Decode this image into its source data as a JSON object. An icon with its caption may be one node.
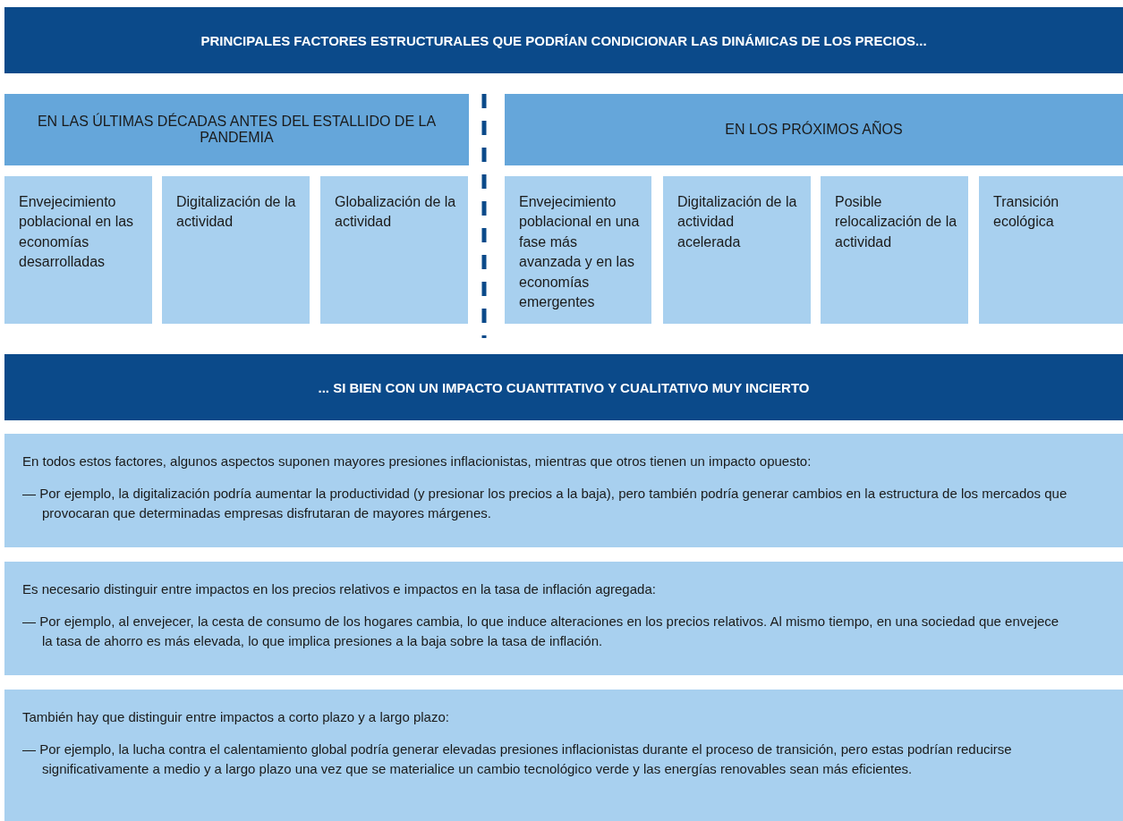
{
  "diagram": {
    "nodes": [
      {
        "text": [
          "PRINCIPALES FACTORES ESTRUCTURALES QUE PODRÍAN CONDICIONAR LAS DINÁMICAS DE LOS PRECIOS..."
        ]
      },
      {
        "text": [
          "EN LAS ÚLTIMAS DÉCADAS ANTES DEL ESTALLIDO DE LA PANDEMIA"
        ]
      },
      {
        "text": [
          "Envejecimiento poblacional en las economías desarrolladas"
        ]
      },
      {
        "text": [
          "Digitalización de la actividad"
        ]
      },
      {
        "text": [
          "Globalización de la actividad"
        ]
      },
      {
        "text": [
          "EN LOS PRÓXIMOS AÑOS"
        ]
      },
      {
        "text": [
          "Envejecimiento poblacional en una fase más avanzada y en las economías emergentes"
        ]
      },
      {
        "text": [
          "Digitalización de la actividad acelerada"
        ]
      },
      {
        "text": [
          "Posible relocalización de la actividad"
        ]
      },
      {
        "text": [
          "Transición ecológica"
        ]
      },
      {
        "text": [
          "... SI BIEN CON UN IMPACTO CUANTITATIVO Y CUALITATIVO MUY INCIERTO"
        ]
      },
      {
        "text": [
          "En todos estos factores, algunos aspectos suponen mayores presiones inflacionistas, mientras que otros tienen un impacto opuesto:",
          "— Por ejemplo, la digitalización podría aumentar la productividad (y presionar los precios a la baja), pero también podría generar cambios en la estructura de los mercados que provocaran que determinadas empresas disfrutaran de mayores márgenes."
        ]
      },
      {
        "text": [
          "Es necesario distinguir entre impactos en los precios relativos e impactos en la tasa de inflación agregada:",
          "— Por ejemplo, al envejecer, la cesta de consumo de los hogares cambia, lo que induce alteraciones en los precios relativos. Al mismo tiempo, en una sociedad que envejece la tasa de ahorro es más elevada, lo que implica presiones a la baja sobre la tasa de inflación."
        ]
      },
      {
        "text": [
          "También hay que distinguir entre impactos a corto plazo y a largo plazo:",
          "— Por ejemplo, la lucha contra el calentamiento global podría generar elevadas presiones inflacionistas durante el proceso de transición, pero estas podrían reducirse significativamente a medio y a largo plazo una vez que se materialice un cambio tecnológico verde y las energías renovables sean más eficientes."
        ]
      }
    ]
  }
}
